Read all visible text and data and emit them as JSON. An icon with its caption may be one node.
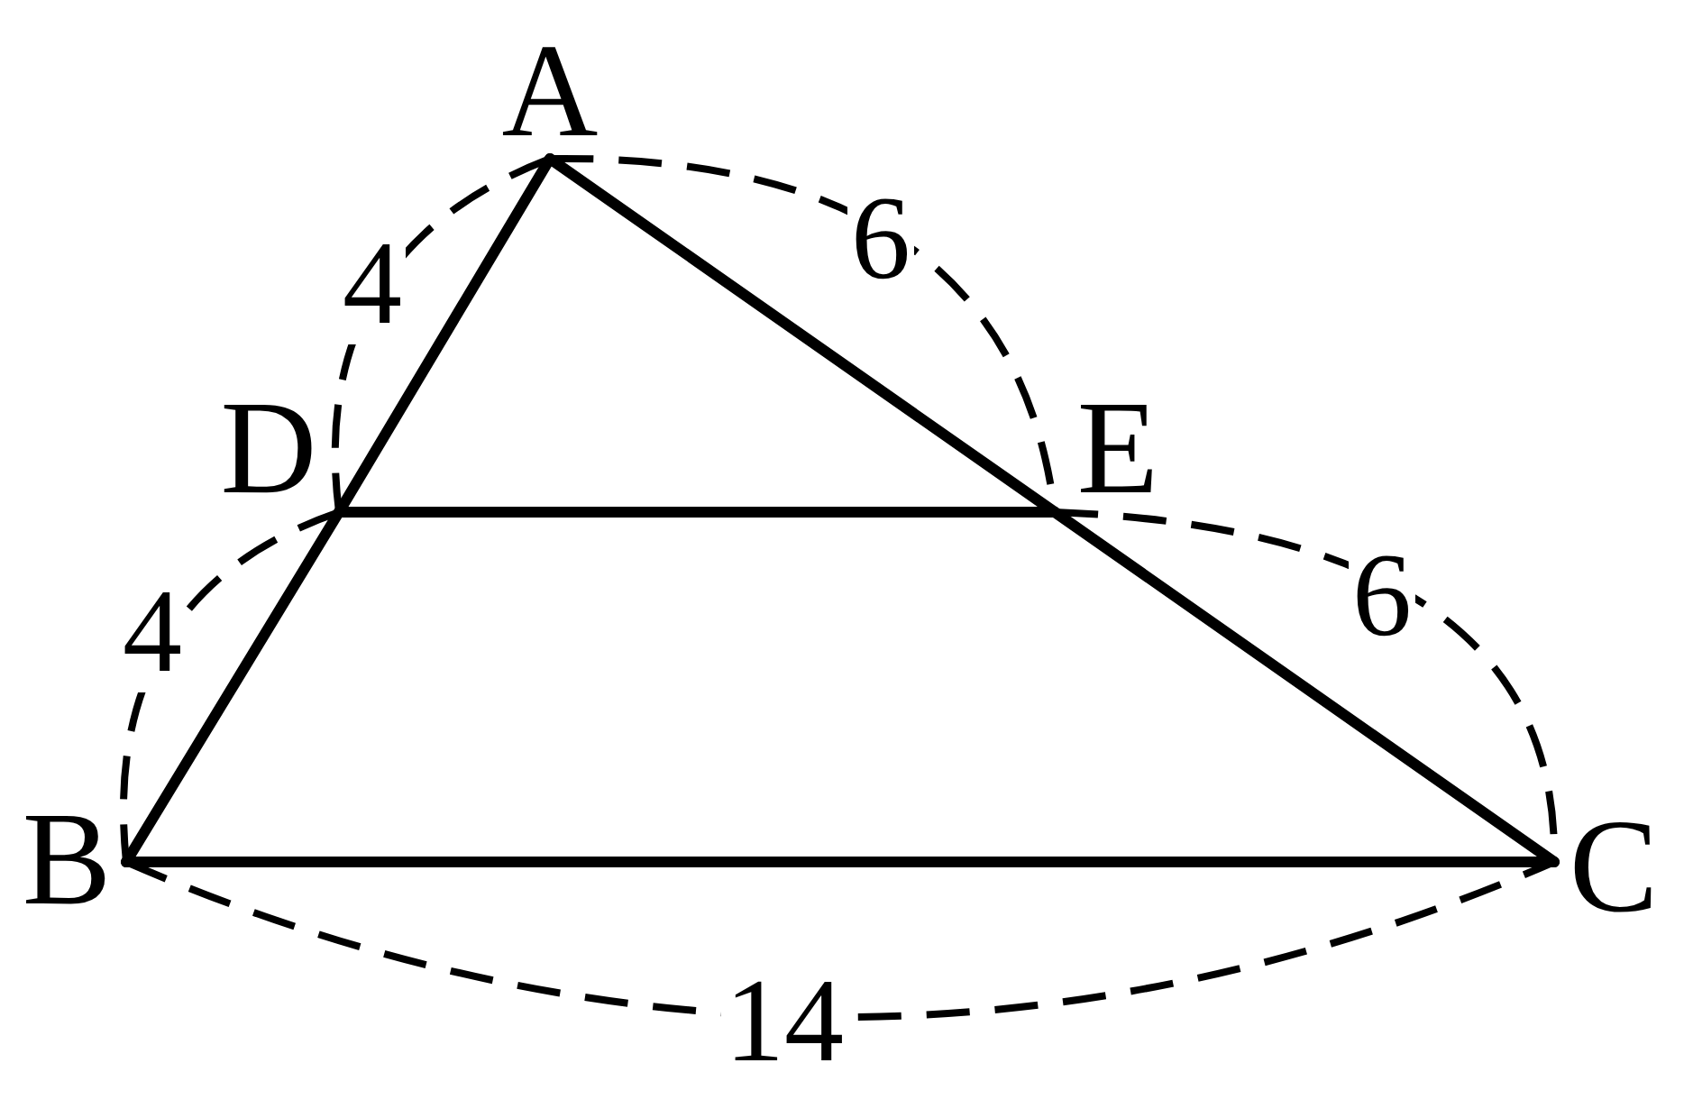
{
  "diagram": {
    "nodes": [
      {
        "text": [
          "A"
        ]
      },
      {
        "text": [
          "B"
        ]
      },
      {
        "text": [
          "C"
        ]
      },
      {
        "text": [
          "D"
        ]
      },
      {
        "text": [
          "E"
        ]
      }
    ],
    "edges": [
      {
        "from": 0,
        "to": 3,
        "arrow": "none"
      },
      {
        "from": 3,
        "to": 1,
        "arrow": "none"
      },
      {
        "from": 0,
        "to": 4,
        "arrow": "none"
      },
      {
        "from": 4,
        "to": 2,
        "arrow": "none"
      },
      {
        "from": 1,
        "to": 2,
        "arrow": "none"
      },
      {
        "from": 3,
        "to": 4,
        "arrow": "none"
      }
    ],
    "labels": [
      "4",
      "6",
      "4",
      "6",
      "14"
    ]
  }
}
